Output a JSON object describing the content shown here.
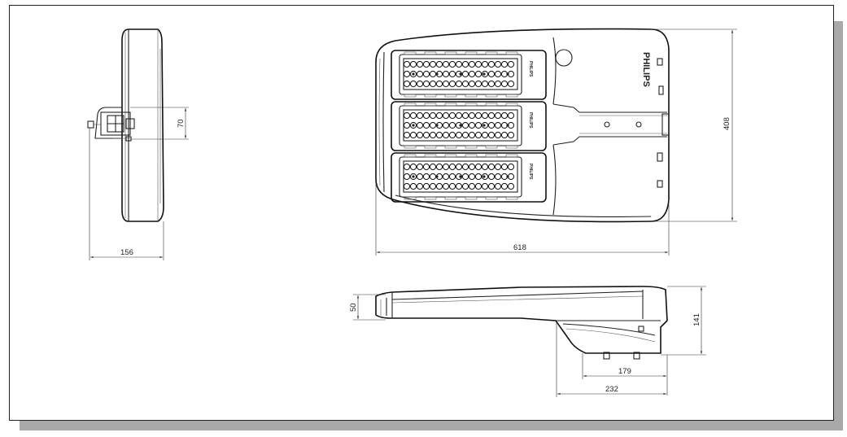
{
  "drawing": {
    "brand_large": "PHILIPS",
    "brand_small": "PHILIPS",
    "dimensions": {
      "side_width": "156",
      "mount_height": "70",
      "top_width": "618",
      "top_height": "408",
      "profile_thickness": "50",
      "profile_height": "141",
      "bracket_length": "179",
      "bracket_overall": "232"
    }
  }
}
